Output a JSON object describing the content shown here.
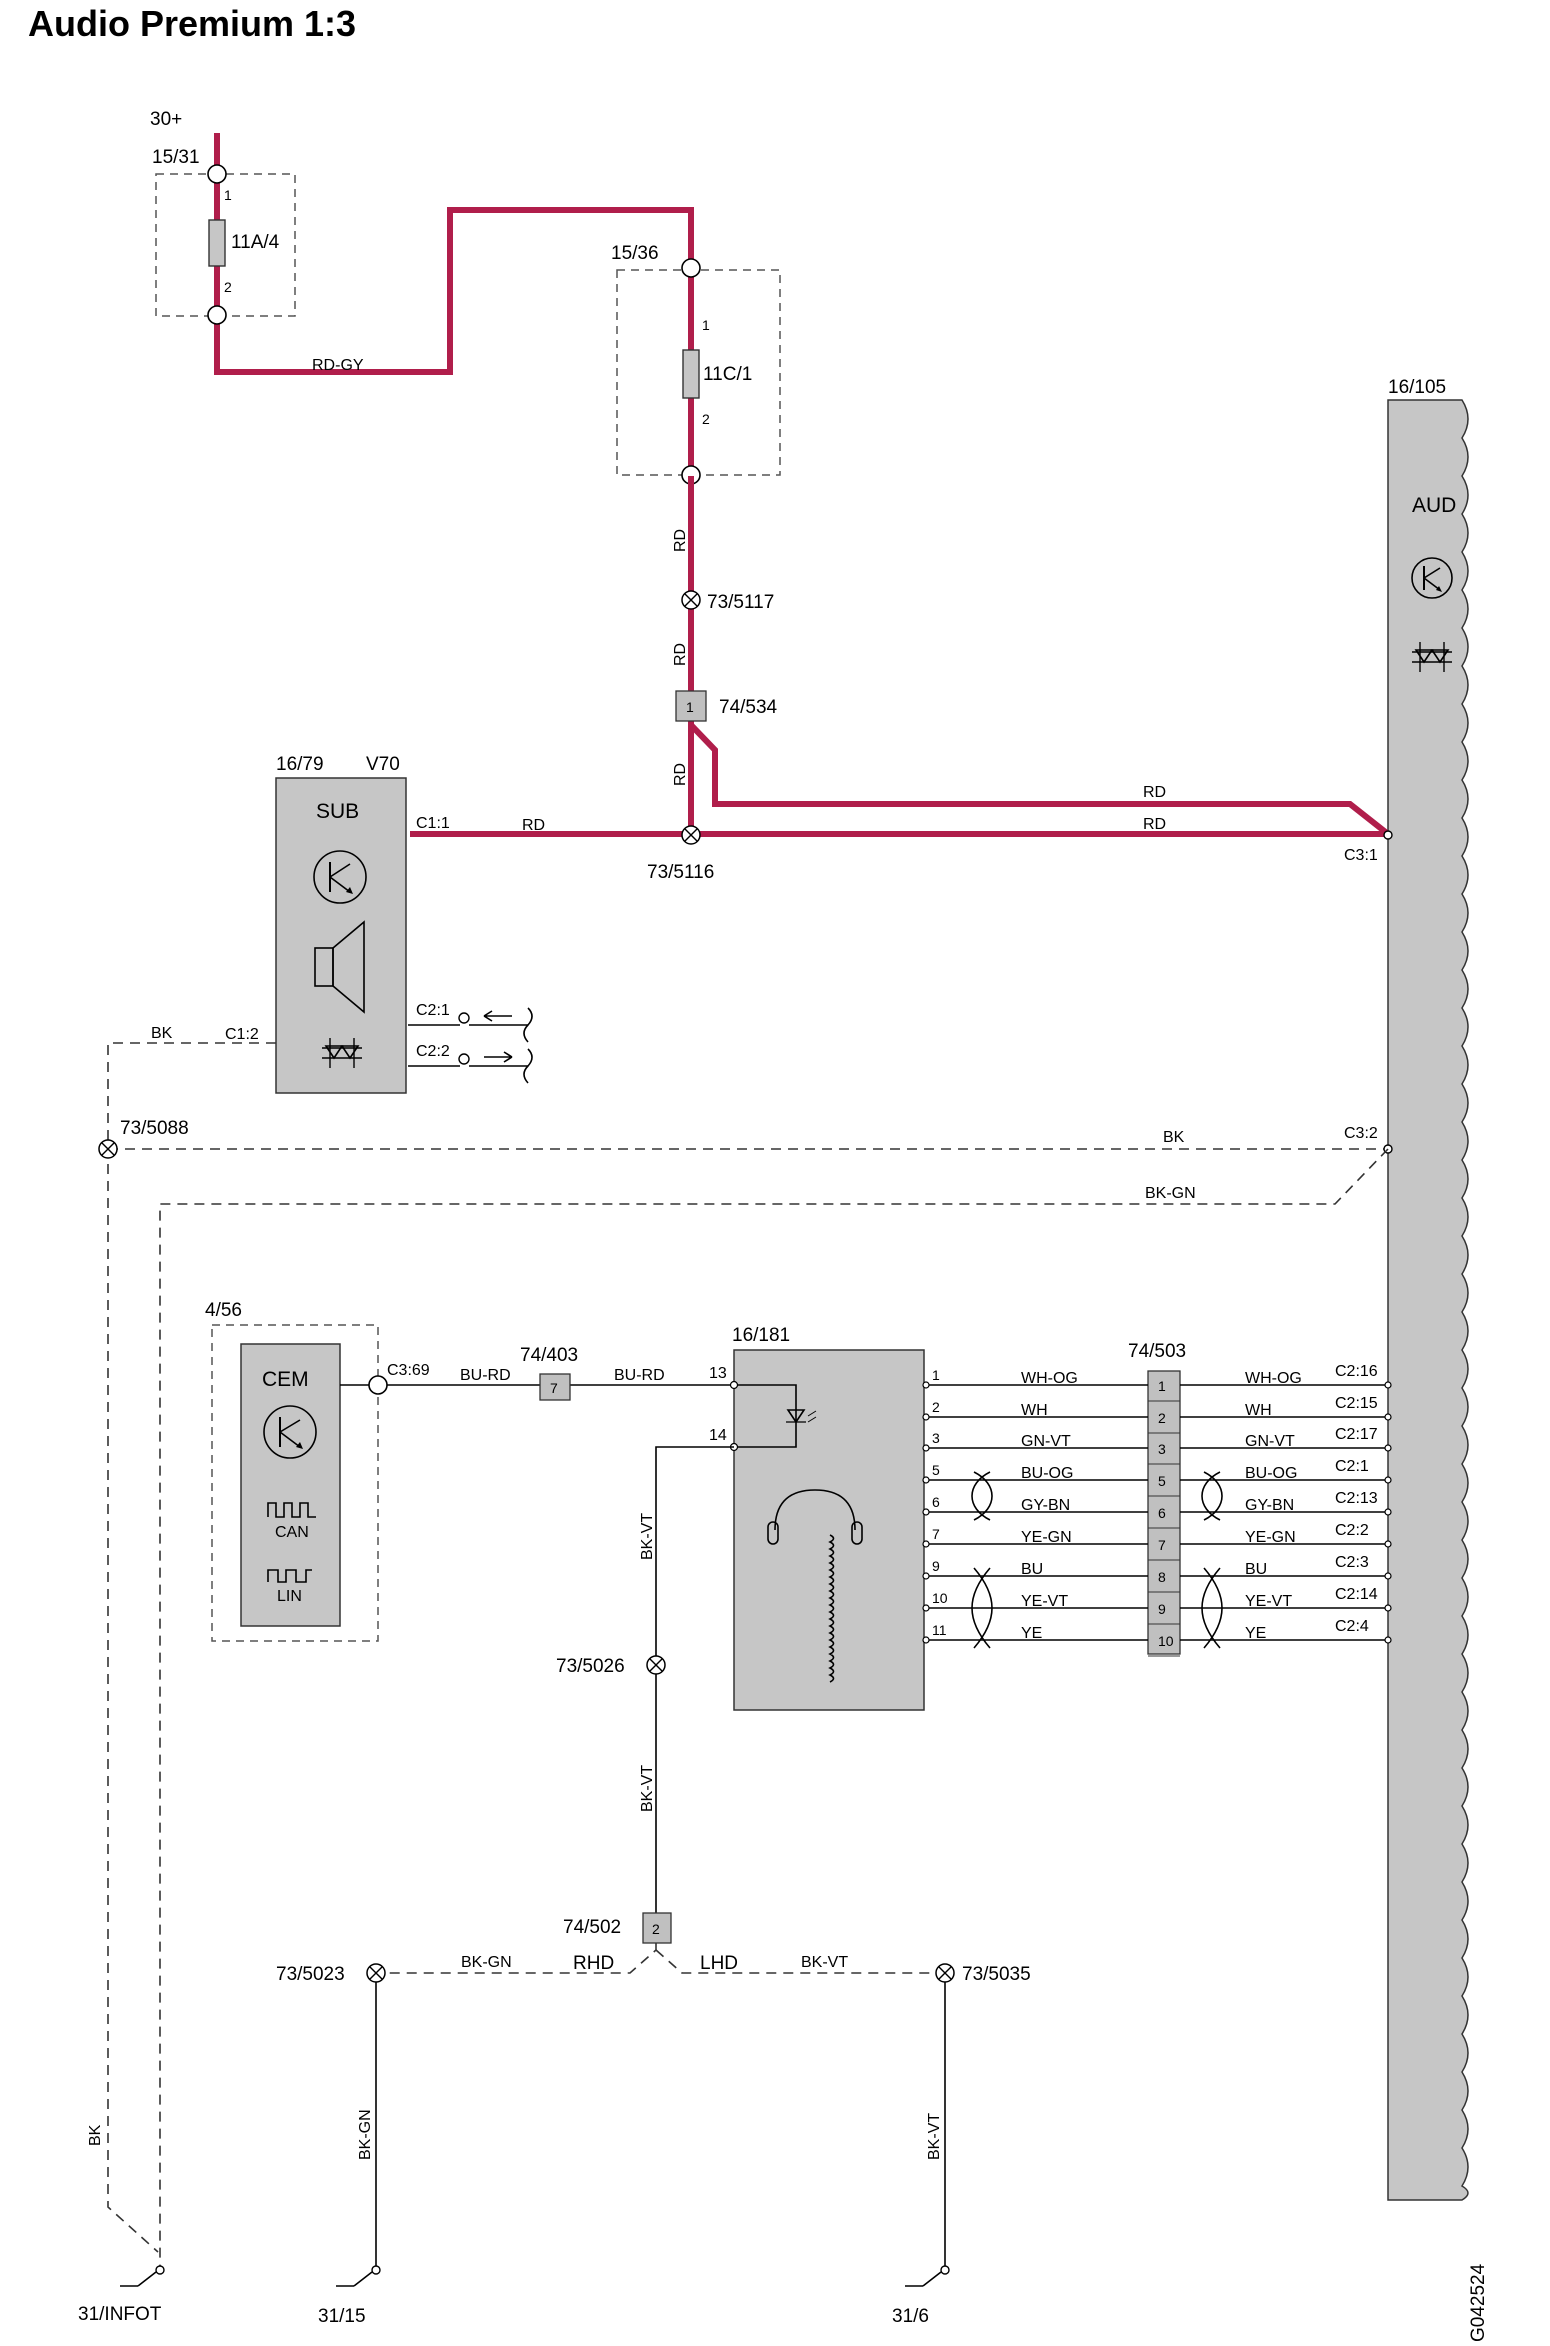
{
  "title": "Audio Premium 1:3",
  "drawing_number": "G042524",
  "supply": {
    "terminal": "30+"
  },
  "fuse_box_1": {
    "id": "15/31",
    "fuse": "11A/4",
    "pin_1": "1",
    "pin_2": "2"
  },
  "fuse_box_2": {
    "id": "15/36",
    "fuse": "11C/1",
    "pin_1": "1",
    "pin_2": "2"
  },
  "wires": {
    "rd_gy": "RD-GY",
    "rd": "RD",
    "bk": "BK",
    "bk_gn": "BK-GN",
    "bk_vt": "BK-VT",
    "bu_rd": "BU-RD"
  },
  "splices": {
    "s5117": "73/5117",
    "s5116": "73/5116",
    "s5088": "73/5088",
    "s5026": "73/5026",
    "s5023": "73/5023",
    "s5035": "73/5035"
  },
  "connectors": {
    "c534": {
      "id": "74/534",
      "pin": "1"
    },
    "c403": {
      "id": "74/403",
      "pin": "7"
    },
    "c502": {
      "id": "74/502",
      "pin": "2"
    },
    "c503": {
      "id": "74/503",
      "pins": [
        "1",
        "2",
        "3",
        "5",
        "6",
        "7",
        "8",
        "9",
        "10"
      ]
    }
  },
  "sub": {
    "id": "16/79",
    "variant": "V70",
    "label": "SUB",
    "pin_c11": "C1:1",
    "pin_c12": "C1:2",
    "pin_c21": "C2:1",
    "pin_c22": "C2:2"
  },
  "aud": {
    "id": "16/105",
    "label": "AUD",
    "pin_c31": "C3:1",
    "pin_c32": "C3:2"
  },
  "cem": {
    "id": "4/56",
    "label": "CEM",
    "can": "CAN",
    "lin": "LIN",
    "pin": "C3:69"
  },
  "module_181": {
    "id": "16/181",
    "pin_13": "13",
    "pin_14": "14"
  },
  "harness": {
    "left_pins": [
      "1",
      "2",
      "3",
      "5",
      "6",
      "7",
      "9",
      "10",
      "11"
    ],
    "colors": [
      "WH-OG",
      "WH",
      "GN-VT",
      "BU-OG",
      "GY-BN",
      "YE-GN",
      "BU",
      "YE-VT",
      "YE"
    ],
    "aud_pins": [
      "C2:16",
      "C2:15",
      "C2:17",
      "C2:1",
      "C2:13",
      "C2:2",
      "C2:3",
      "C2:14",
      "C2:4"
    ]
  },
  "variants": {
    "rhd": "RHD",
    "lhd": "LHD"
  },
  "grounds": {
    "g_infot": "31/INFOT",
    "g_15": "31/15",
    "g_6": "31/6"
  }
}
